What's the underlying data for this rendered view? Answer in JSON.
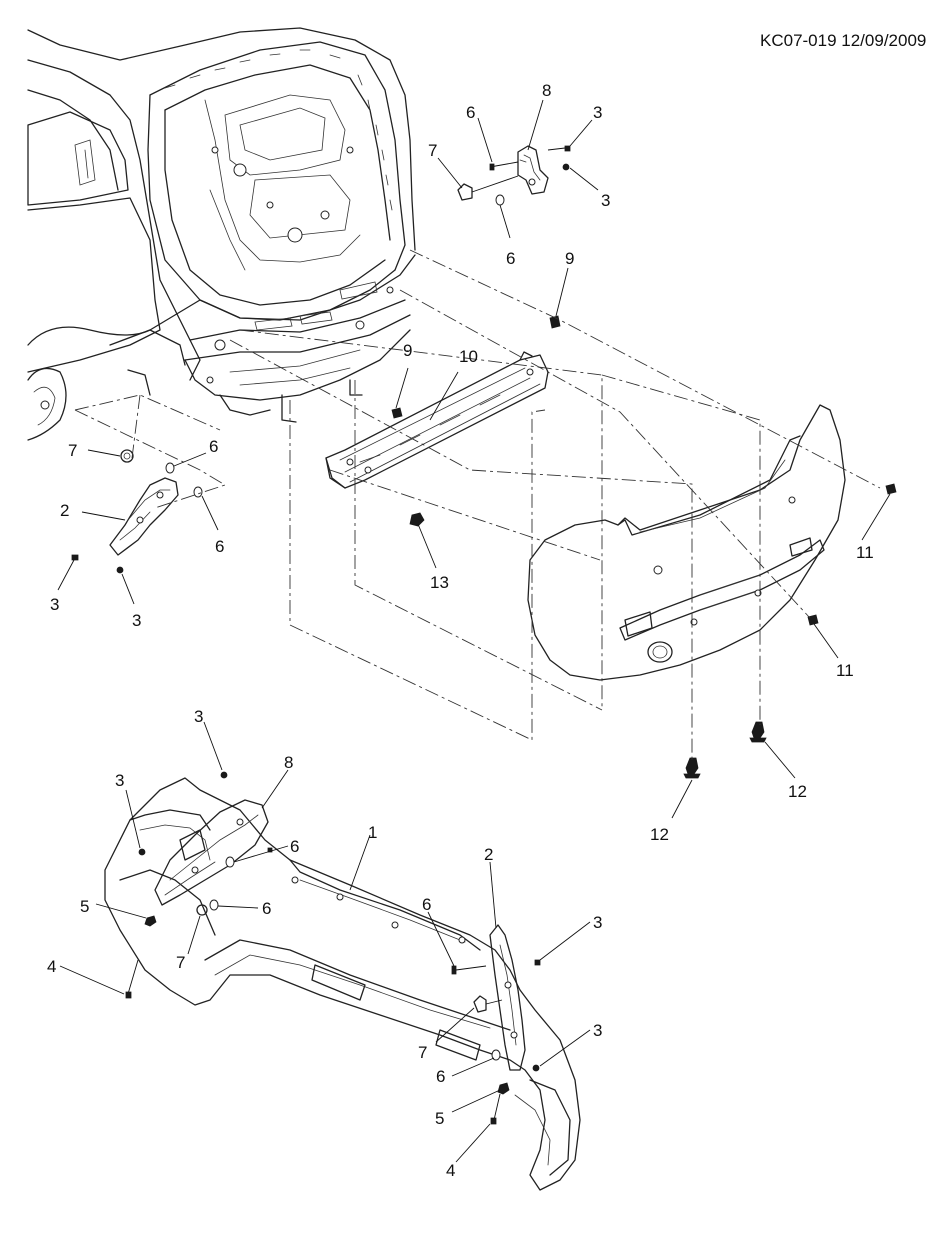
{
  "reference": "KC07-019 12/09/2009",
  "callouts": {
    "upper": [
      {
        "id": "u8",
        "text": "8"
      },
      {
        "id": "u6a",
        "text": "6"
      },
      {
        "id": "u3a",
        "text": "3"
      },
      {
        "id": "u7a",
        "text": "7"
      },
      {
        "id": "u3b",
        "text": "3"
      },
      {
        "id": "u6b",
        "text": "6"
      },
      {
        "id": "u9a",
        "text": "9"
      },
      {
        "id": "u9b",
        "text": "9"
      },
      {
        "id": "u10",
        "text": "10"
      },
      {
        "id": "u7b",
        "text": "7"
      },
      {
        "id": "u6c",
        "text": "6"
      },
      {
        "id": "u2",
        "text": "2"
      },
      {
        "id": "u6d",
        "text": "6"
      },
      {
        "id": "u3c",
        "text": "3"
      },
      {
        "id": "u3d",
        "text": "3"
      },
      {
        "id": "u13",
        "text": "13"
      },
      {
        "id": "u11a",
        "text": "11"
      },
      {
        "id": "u11b",
        "text": "11"
      },
      {
        "id": "u12a",
        "text": "12"
      },
      {
        "id": "u12b",
        "text": "12"
      }
    ],
    "lower": [
      {
        "id": "l3a",
        "text": "3"
      },
      {
        "id": "l8",
        "text": "8"
      },
      {
        "id": "l3b",
        "text": "3"
      },
      {
        "id": "l6a",
        "text": "6"
      },
      {
        "id": "l1",
        "text": "1"
      },
      {
        "id": "l2",
        "text": "2"
      },
      {
        "id": "l5a",
        "text": "5"
      },
      {
        "id": "l6b",
        "text": "6"
      },
      {
        "id": "l6c",
        "text": "6"
      },
      {
        "id": "l3c",
        "text": "3"
      },
      {
        "id": "l7a",
        "text": "7"
      },
      {
        "id": "l4a",
        "text": "4"
      },
      {
        "id": "l7b",
        "text": "7"
      },
      {
        "id": "l3d",
        "text": "3"
      },
      {
        "id": "l6d",
        "text": "6"
      },
      {
        "id": "l5b",
        "text": "5"
      },
      {
        "id": "l4b",
        "text": "4"
      }
    ]
  },
  "icons": [
    "screw-icon",
    "washer-icon",
    "push-pin-icon",
    "nut-icon",
    "clip-icon"
  ]
}
